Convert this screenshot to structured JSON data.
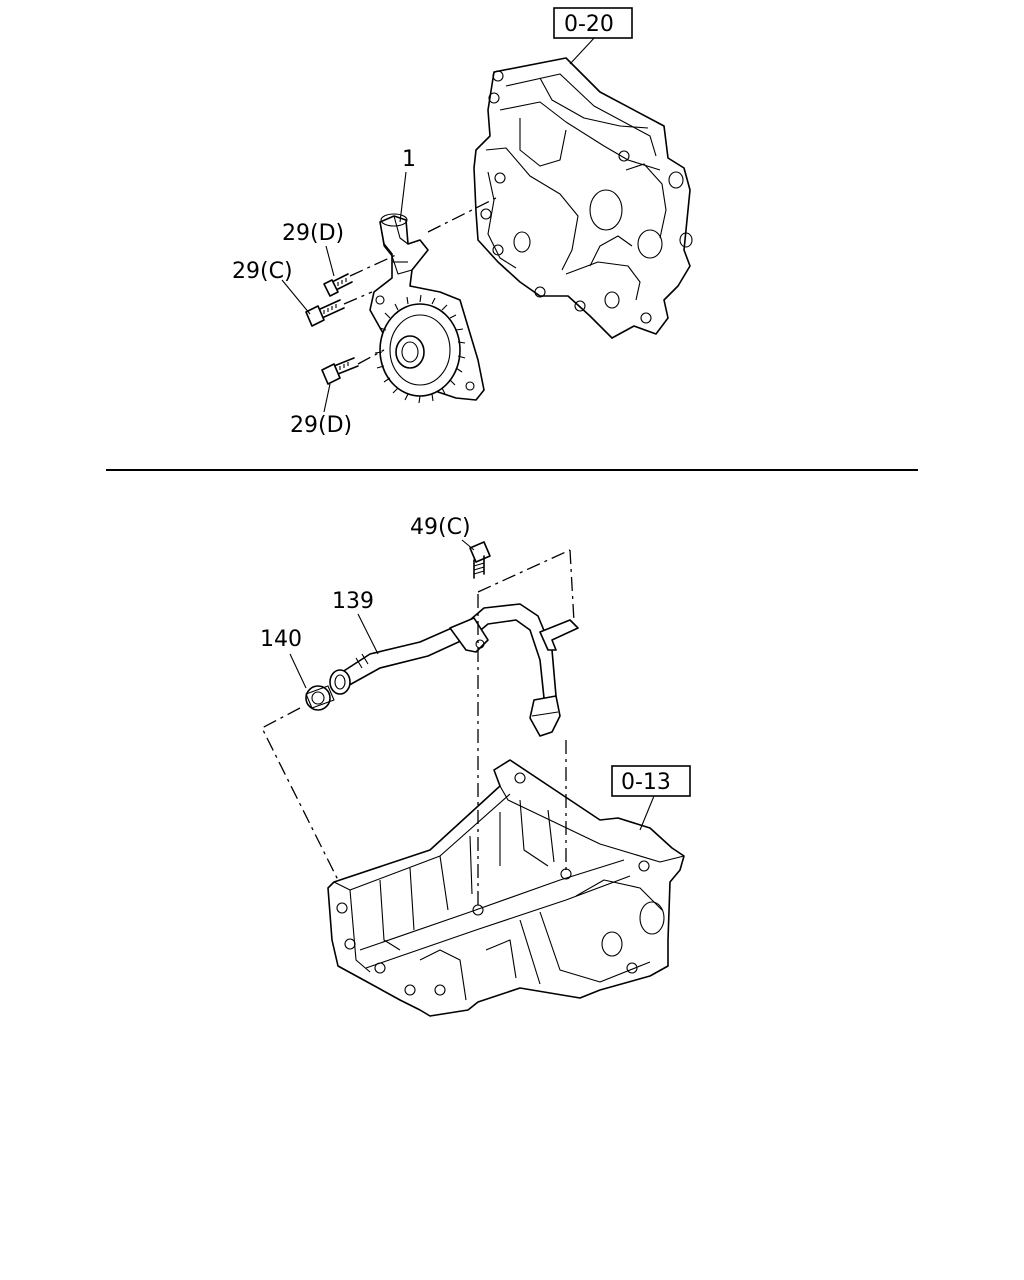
{
  "callouts": {
    "part_1": "1",
    "bolt_29d_upper": "29(D)",
    "bolt_29c": "29(C)",
    "bolt_29d_lower": "29(D)",
    "bolt_49c": "49(C)",
    "pipe_139": "139",
    "ring_140": "140"
  },
  "references": {
    "ref_upper": "0-20",
    "ref_lower": "0-13"
  }
}
